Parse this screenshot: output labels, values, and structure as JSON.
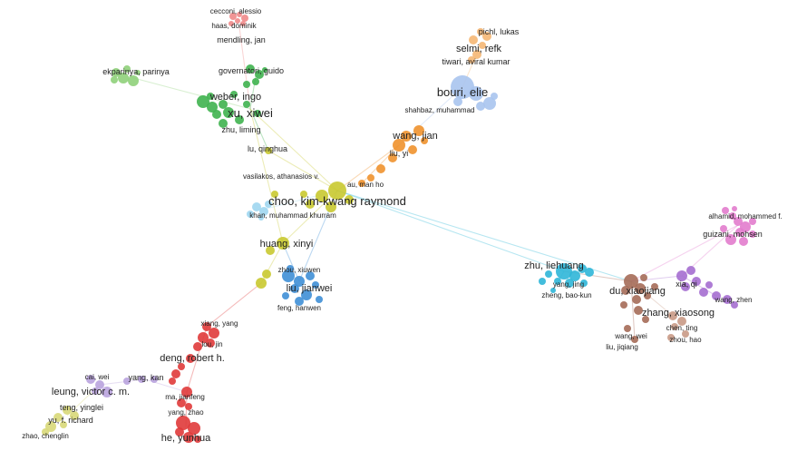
{
  "network": {
    "clusters": {
      "green": "#3fb34f",
      "light-green": "#8fd07a",
      "pink": "#f08a8a",
      "orange": "#f0922e",
      "light-orange": "#f5b774",
      "light-blue": "#a9c4ee",
      "yellow": "#c9c930",
      "sky": "#9fd6ef",
      "blue": "#3f8fd6",
      "red": "#e03a3a",
      "lavender": "#b9a3de",
      "pale-yellow": "#d8d878",
      "cyan": "#2fb6d8",
      "brown": "#a56b58",
      "violet": "#a56ed0",
      "magenta": "#e27ccd",
      "tan": "#c99a86"
    },
    "labels": [
      "cecconi, alessio",
      "haas, dominik",
      "mendling, jan",
      "ekparinya, parinya",
      "governatori, guido",
      "weber, ingo",
      "xu, xiwei",
      "zhu, liming",
      "lu, qinghua",
      "vasilakos, athanasios v.",
      "pichl, lukas",
      "selmi, refk",
      "tiwari, aviral kumar",
      "bouri, elie",
      "shahbaz, muhammad",
      "wang, jian",
      "liu, yi",
      "au, man ho",
      "choo, kim-kwang raymond",
      "khan, muhammad khurram",
      "huang, xinyi",
      "zhou, xiuwen",
      "liu, jianwei",
      "feng, hanwen",
      "xiang, yang",
      "lou, jin",
      "deng, robert h.",
      "cai, wei",
      "yang, kan",
      "leung, victor c. m.",
      "ma, jianfeng",
      "teng, yinglei",
      "yang, zhao",
      "yu, f. richard",
      "zhao, chenglin",
      "he, yunhua",
      "alhamid, mohammed f.",
      "guizani, mohsen",
      "zhu, liehuang",
      "yang, jing",
      "zheng, bao-kun",
      "du, xiaojiang",
      "xia, qi",
      "wang, zhen",
      "zhang, xiaosong",
      "chen, ting",
      "zhou, hao",
      "wang, wei",
      "liu, jiqiang"
    ]
  }
}
